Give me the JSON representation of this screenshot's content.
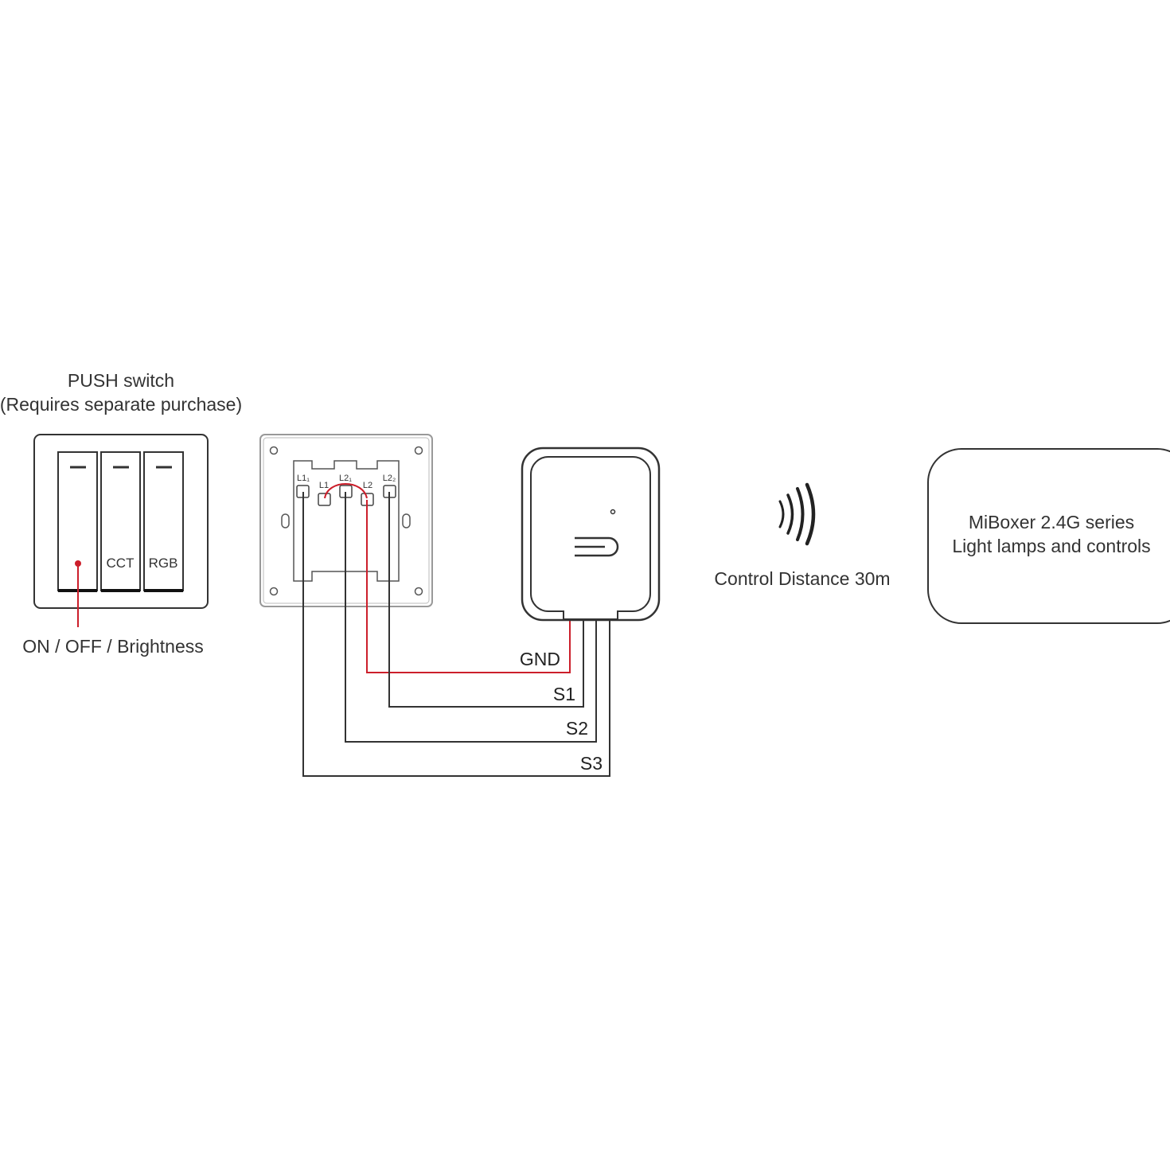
{
  "push_switch": {
    "title": "PUSH switch",
    "subtitle": "(Requires separate purchase)",
    "buttons": [
      {
        "label": ""
      },
      {
        "label": "CCT"
      },
      {
        "label": "RGB"
      }
    ],
    "callout": "ON / OFF / Brightness"
  },
  "wall_plate": {
    "terminals": [
      "L1₁",
      "L1",
      "L2₁",
      "L2",
      "L2₂"
    ]
  },
  "wires": {
    "gnd": "GND",
    "s1": "S1",
    "s2": "S2",
    "s3": "S3"
  },
  "wireless": {
    "label": "Control Distance 30m"
  },
  "target": {
    "line1": "MiBoxer 2.4G series",
    "line2": "Light lamps and controls"
  },
  "colors": {
    "line": "#333333",
    "accent": "#cc1f2b",
    "background": "#ffffff"
  }
}
